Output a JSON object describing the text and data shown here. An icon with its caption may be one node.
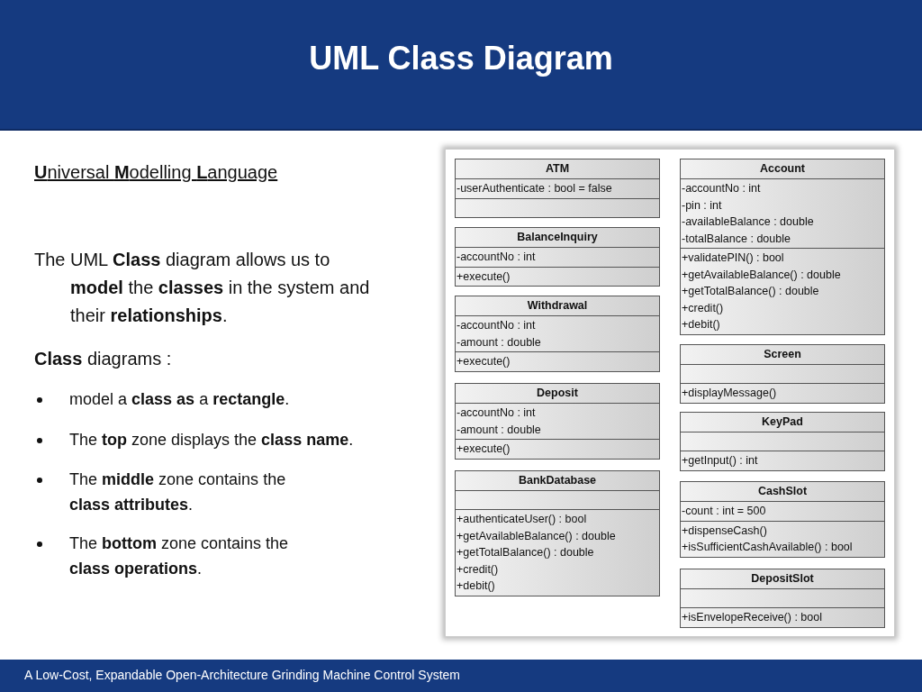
{
  "diagram": {
    "title": "UML Class Diagram",
    "nodes": [
      {
        "text": [
          "ATM"
        ]
      },
      {
        "text": [
          "-userAuthenticate : bool = false"
        ],
        "in": 0
      },
      {
        "text": [],
        "shape": "box",
        "in": 0
      },
      {
        "text": [
          "BalanceInquiry"
        ]
      },
      {
        "text": [
          "-accountNo : int"
        ],
        "in": 3
      },
      {
        "text": [
          "+execute()"
        ],
        "in": 3
      },
      {
        "text": [
          "Withdrawal"
        ]
      },
      {
        "text": [
          "-accountNo : int",
          "-amount : double"
        ],
        "in": 6
      },
      {
        "text": [
          "+execute()"
        ],
        "in": 6
      },
      {
        "text": [
          "Deposit"
        ]
      },
      {
        "text": [
          "-accountNo : int",
          "-amount : double"
        ],
        "in": 9
      },
      {
        "text": [
          "+execute()"
        ],
        "in": 9
      },
      {
        "text": [
          "BankDatabase"
        ]
      },
      {
        "text": [],
        "shape": "box",
        "in": 12
      },
      {
        "text": [
          "+authenticateUser() : bool",
          "+getAvailableBalance() : double",
          "+getTotalBalance() : double",
          "+credit()",
          "+debit()"
        ],
        "in": 12
      },
      {
        "text": [
          "Account"
        ]
      },
      {
        "text": [
          "-accountNo : int",
          "-pin : int",
          "-availableBalance : double",
          "-totalBalance : double"
        ],
        "in": 15
      },
      {
        "text": [
          "+validatePIN() : bool",
          "+getAvailableBalance() : double",
          "+getTotalBalance() : double",
          "+credit()",
          "+debit()"
        ],
        "in": 15
      },
      {
        "text": [
          "Screen"
        ]
      },
      {
        "text": [],
        "shape": "box",
        "in": 18
      },
      {
        "text": [
          "+displayMessage()"
        ],
        "in": 18
      },
      {
        "text": [
          "KeyPad"
        ]
      },
      {
        "text": [],
        "shape": "box",
        "in": 21
      },
      {
        "text": [
          "+getInput() : int"
        ],
        "in": 21
      },
      {
        "text": [
          "CashSlot"
        ]
      },
      {
        "text": [
          "-count : int = 500"
        ],
        "in": 24
      },
      {
        "text": [
          "+dispenseCash()",
          "+isSufficientCashAvailable() : bool"
        ],
        "in": 24
      },
      {
        "text": [
          "DepositSlot"
        ]
      },
      {
        "text": [],
        "shape": "box",
        "in": 27
      },
      {
        "text": [
          "+isEnvelopeReceive() : bool"
        ],
        "in": 27
      }
    ],
    "labels": [
      "**U**niversal **M**odelling **L**anguage",
      "The UML **Class** diagram allows us to **model** the **classes** in the system and their **relationships**.",
      "**Class** diagrams :",
      "model a **class as** a **rectangle**.",
      "The **top** zone displays the **class name**.",
      "The **middle** zone contains the **class attributes**.",
      "The **bottom** zone contains the **class operations**.",
      "A Low-Cost, Expandable Open-Architecture Grinding Machine Control System"
    ]
  }
}
